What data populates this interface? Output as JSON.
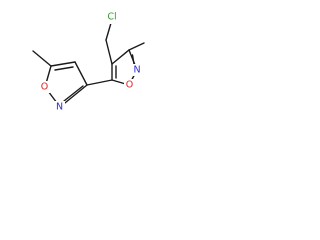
{
  "diagram": {
    "type": "chemical-structure",
    "atom_labels": {
      "chlorine": "Cl",
      "ring_a_oxygen": "O",
      "ring_a_nitrogen": "N",
      "ring_b_oxygen": "O",
      "ring_b_nitrogen": "N"
    },
    "colors": {
      "bond": "#1a1a1a",
      "chlorine": "#2e9e2e",
      "oxygen": "#e02020",
      "nitrogen": "#2b2bd6",
      "background": "#ffffff"
    }
  }
}
